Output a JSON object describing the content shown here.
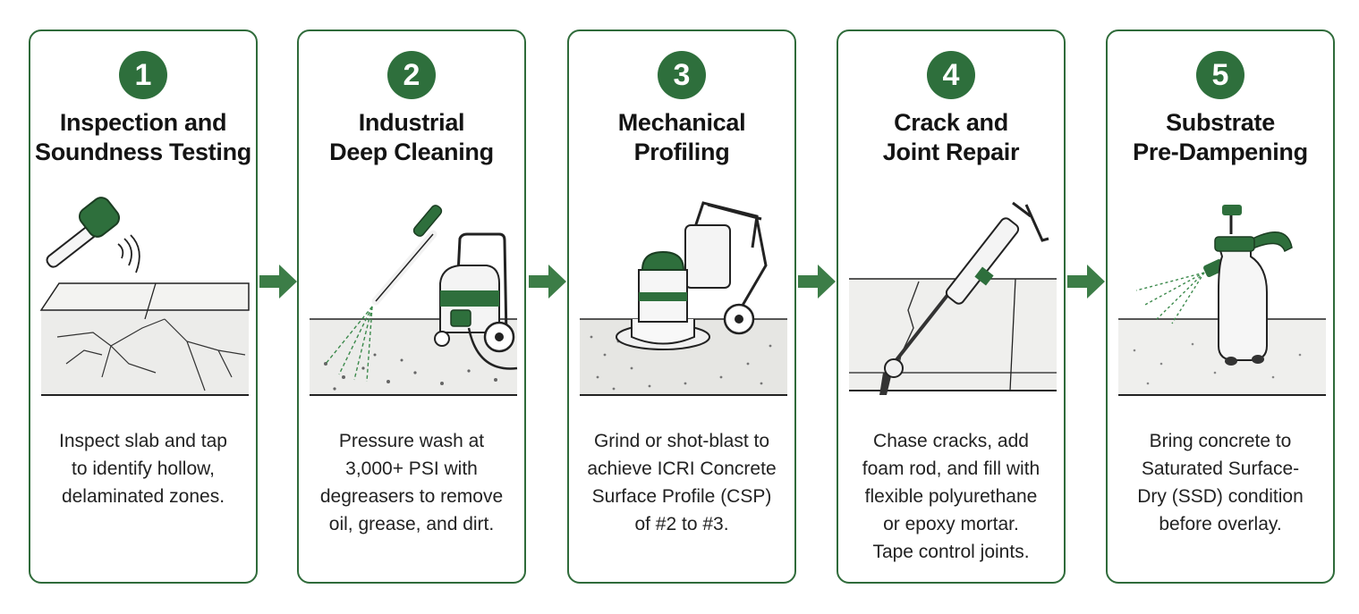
{
  "colors": {
    "accent": "#2e6f3c",
    "border": "#2f6b3a",
    "concrete": "#ececea"
  },
  "steps": [
    {
      "number": "1",
      "title": [
        "Inspection and",
        "Soundness Testing"
      ],
      "illustration": "hammer-tapping-cracked-slab",
      "description": [
        "Inspect slab and tap",
        "to identify hollow,",
        "delaminated zones."
      ]
    },
    {
      "number": "2",
      "title": [
        "Industrial",
        "Deep Cleaning"
      ],
      "illustration": "pressure-washer",
      "description": [
        "Pressure wash at",
        "3,000+ PSI with",
        "degreasers to remove",
        "oil, grease, and dirt."
      ]
    },
    {
      "number": "3",
      "title": [
        "Mechanical",
        "Profiling"
      ],
      "illustration": "floor-grinder",
      "description": [
        "Grind or shot-blast to",
        "achieve ICRI Concrete",
        "Surface Profile (CSP)",
        "of #2 to #3."
      ]
    },
    {
      "number": "4",
      "title": [
        "Crack and",
        "Joint Repair"
      ],
      "illustration": "caulk-gun-filling-crack",
      "description": [
        "Chase cracks, add",
        "foam rod, and fill with",
        "flexible polyurethane",
        "or epoxy mortar.",
        "Tape control joints."
      ]
    },
    {
      "number": "5",
      "title": [
        "Substrate",
        "Pre-Dampening"
      ],
      "illustration": "pump-sprayer",
      "description": [
        "Bring concrete to",
        "Saturated Surface-",
        "Dry (SSD) condition",
        "before overlay."
      ]
    }
  ]
}
